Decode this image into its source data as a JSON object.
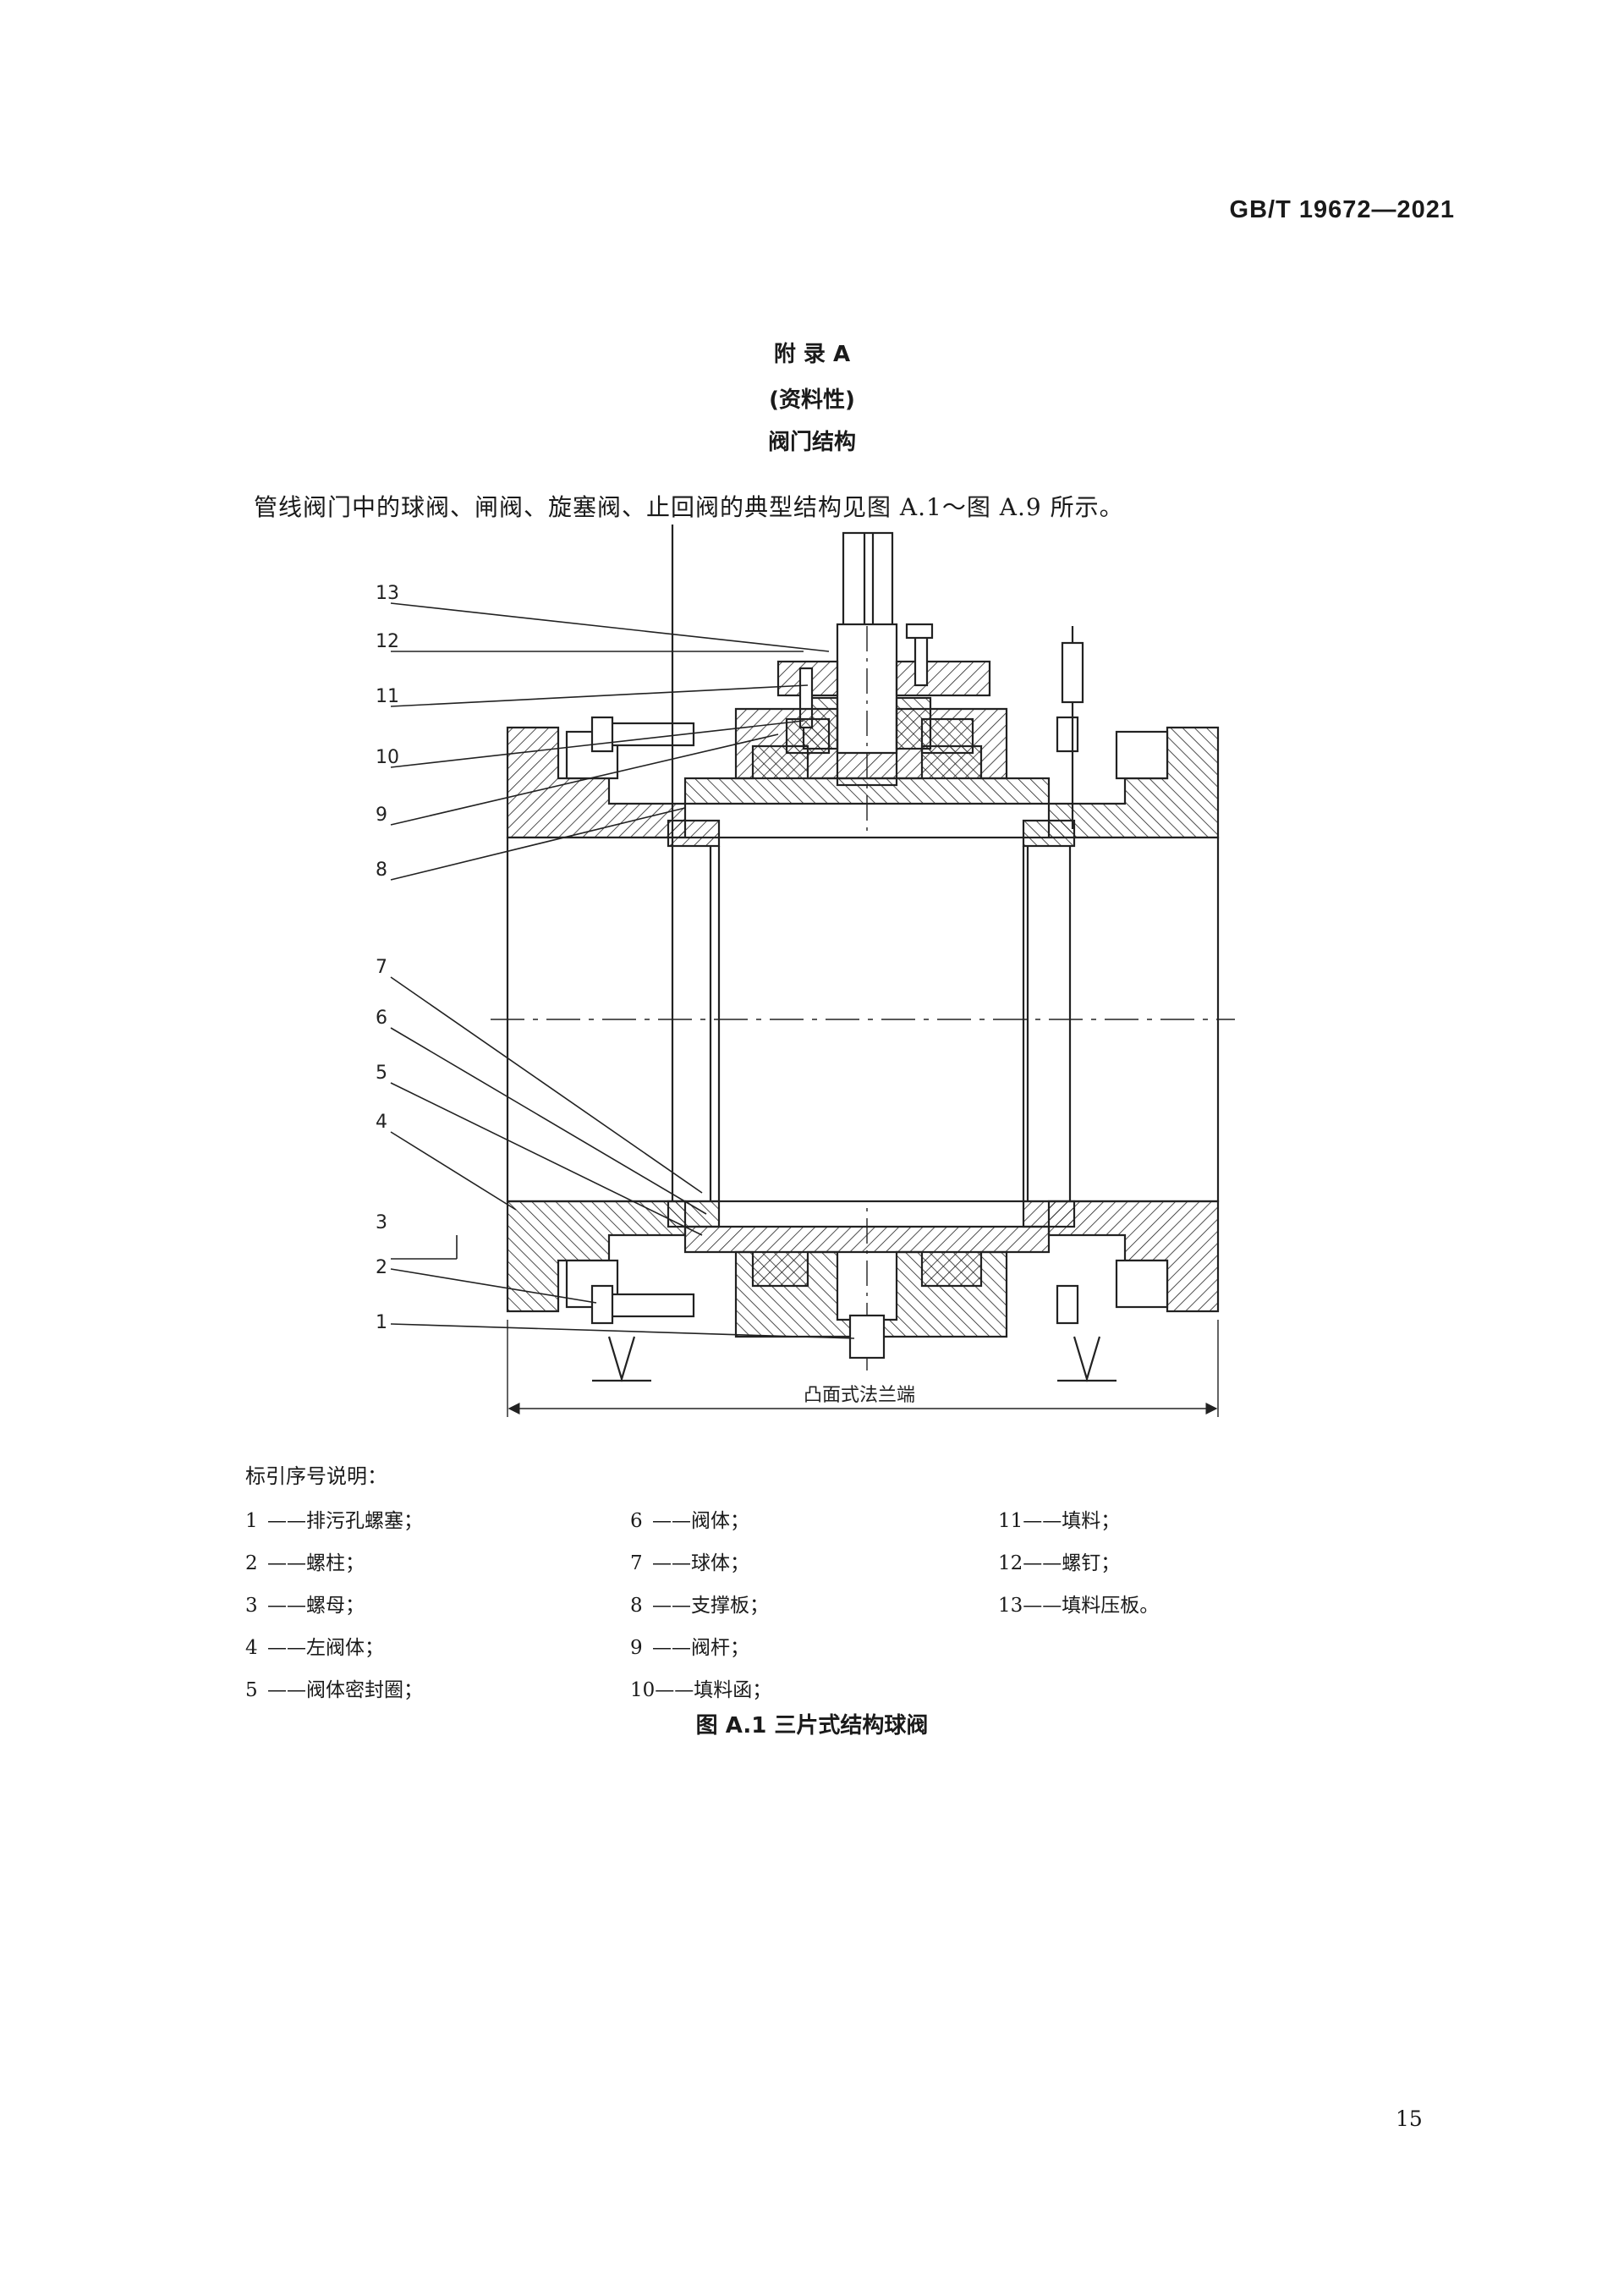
{
  "header": {
    "standard": "GB/T 19672—2021"
  },
  "appendix": {
    "title": "附  录  A",
    "nature": "(资料性)",
    "subject": "阀门结构"
  },
  "intro": "管线阀门中的球阀、闸阀、旋塞阀、止回阀的典型结构见图 A.1～图 A.9 所示。",
  "figure": {
    "labels": [
      "13",
      "12",
      "11",
      "10",
      "9",
      "8",
      "7",
      "6",
      "5",
      "4",
      "3",
      "2",
      "1"
    ],
    "dimension": "凸面式法兰端"
  },
  "legend": {
    "title": "标引序号说明：",
    "col1": [
      {
        "num": "1",
        "text": "——排污孔螺塞；"
      },
      {
        "num": "2",
        "text": "——螺柱；"
      },
      {
        "num": "3",
        "text": "——螺母；"
      },
      {
        "num": "4",
        "text": "——左阀体；"
      },
      {
        "num": "5",
        "text": "——阀体密封圈；"
      }
    ],
    "col2": [
      {
        "num": "6",
        "text": "——阀体；"
      },
      {
        "num": "7",
        "text": "——球体；"
      },
      {
        "num": "8",
        "text": "——支撑板；"
      },
      {
        "num": "9",
        "text": "——阀杆；"
      },
      {
        "num": "10",
        "text": "——填料函；"
      }
    ],
    "col3": [
      {
        "num": "11",
        "text": "——填料；"
      },
      {
        "num": "12",
        "text": "——螺钉；"
      },
      {
        "num": "13",
        "text": "——填料压板。"
      }
    ]
  },
  "caption": "图 A.1   三片式结构球阀",
  "page_number": "15"
}
